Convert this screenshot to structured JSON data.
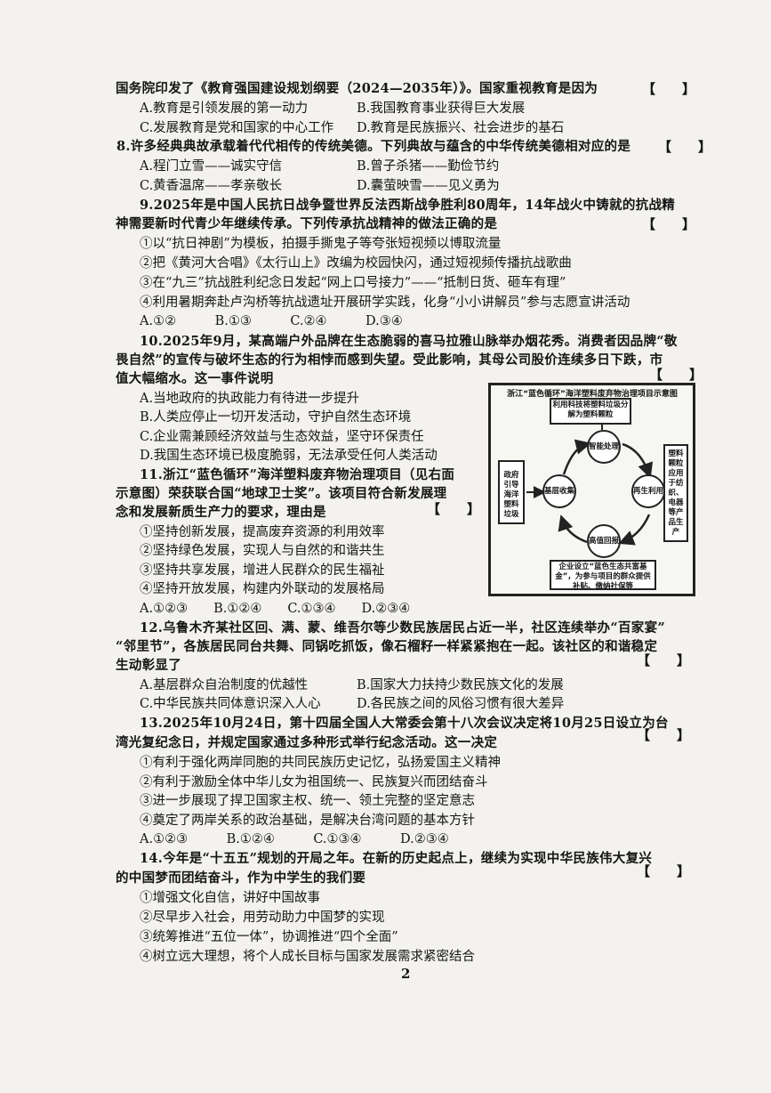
{
  "lines": [
    {
      "text": "国务院印发了《教育强国建设规划纲要（2024—2035年）》。国家重视教育是因为",
      "style": "stem"
    },
    {
      "text": "A.教育是引领发展的第一动力",
      "style": "opt",
      "col2": "B.我国教育事业获得巨大发展"
    },
    {
      "text": "C.发展教育是党和国家的中心工作",
      "style": "opt",
      "col2": "D.教育是民族振兴、社会进步的基石"
    },
    {
      "text": "8.许多经典典故承载着代代相传的传统美德。下列典故与蕴含的中华传统美德相对应的是",
      "style": "stem"
    },
    {
      "text": "A.程门立雪——诚实守信",
      "style": "opt",
      "col2": "B.曾子杀猪——勤俭节约"
    },
    {
      "text": "C.黄香温席——孝亲敬长",
      "style": "opt",
      "col2": "D.囊萤映雪——见义勇为"
    },
    {
      "text": "9.2025年是中国人民抗日战争暨世界反法西斯战争胜利80周年，14年战火中铸就的抗战精",
      "style": "stem"
    },
    {
      "text": "神需要新时代青少年继续传承。下列传承抗战精神的做法正确的是",
      "style": "stem"
    },
    {
      "text": "①以“抗日神剧”为模板，拍摄手撕鬼子等夸张短视频以博取流量",
      "style": "opt"
    },
    {
      "text": "②把《黄河大合唱》《太行山上》改编为校园快闪，通过短视频传播抗战歌曲",
      "style": "opt"
    },
    {
      "text": "③在“九三”抗战胜利纪念日发起“网上口号接力”——“抵制日货、砸车有理”",
      "style": "opt"
    },
    {
      "text": "④利用暑期奔赴卢沟桥等抗战遗址开展研学实践，化身“小小讲解员”参与志愿宣讲活动",
      "style": "opt"
    },
    {
      "text": "A.①②　　　B.①③　　　C.②④　　　D.③④",
      "style": "opt"
    },
    {
      "text": "10.2025年9月，某高端户外品牌在生态脆弱的喜马拉雅山脉举办烟花秀。消费者因品牌“敬",
      "style": "stem"
    },
    {
      "text": "畏自然”的宣传与破坏生态的行为相悖而感到失望。受此影响，其母公司股价连续多日下跌，市",
      "style": "stem"
    },
    {
      "text": "值大幅缩水。这一事件说明",
      "style": "stem"
    },
    {
      "text": "A.当地政府的执政能力有待进一步提升",
      "style": "opt"
    },
    {
      "text": "B.人类应停止一切开发活动，守护自然生态环境",
      "style": "opt"
    },
    {
      "text": "C.企业需兼顾经济效益与生态效益，坚守环保责任",
      "style": "opt"
    },
    {
      "text": "D.我国生态环境已极度脆弱，无法承受任何人类活动",
      "style": "opt"
    },
    {
      "text": "11.浙江“蓝色循环”海洋塑料废弃物治理项目（见右面",
      "style": "stem"
    },
    {
      "text": "示意图）荣获联合国“地球卫士奖”。该项目符合新发展理",
      "style": "stem"
    },
    {
      "text": "念和发展新质生产力的要求，理由是",
      "style": "stem"
    },
    {
      "text": "①坚持创新发展，提高废弃资源的利用效率",
      "style": "opt"
    },
    {
      "text": "②坚持绿色发展，实现人与自然的和谐共生",
      "style": "opt"
    },
    {
      "text": "③坚持共享发展，增进人民群众的民生福祉",
      "style": "opt"
    },
    {
      "text": "④坚持开放发展，构建内外联动的发展格局",
      "style": "opt"
    },
    {
      "text": "A.①②③　　B.①②④　　C.①③④　　D.②③④",
      "style": "opt"
    },
    {
      "text": "12.乌鲁木齐某社区回、满、蒙、维吾尔等少数民族居民占近一半，社区连续举办“百家宴”",
      "style": "stem"
    },
    {
      "text": "“邻里节”，各族居民同台共舞、同锅吃抓饭，像石榴籽一样紧紧抱在一起。该社区的和谐稳定",
      "style": "stem"
    },
    {
      "text": "生动彰显了",
      "style": "stem"
    },
    {
      "text": "A.基层群众自治制度的优越性",
      "style": "opt",
      "col2": "B.国家大力扶持少数民族文化的发展"
    },
    {
      "text": "C.中华民族共同体意识深入人心",
      "style": "opt",
      "col2": "D.各民族之间的风俗习惯有很大差异"
    },
    {
      "text": "13.2025年10月24日，第十四届全国人大常委会第十八次会议决定将10月25日设立为台",
      "style": "stem"
    },
    {
      "text": "湾光复纪念日，并规定国家通过多种形式举行纪念活动。这一决定",
      "style": "stem"
    },
    {
      "text": "①有利于强化两岸同胞的共同民族历史记忆，弘扬爱国主义精神",
      "style": "opt"
    },
    {
      "text": "②有利于激励全体中华儿女为祖国统一、民族复兴而团结奋斗",
      "style": "opt"
    },
    {
      "text": "③进一步展现了捍卫国家主权、统一、领土完整的坚定意志",
      "style": "opt"
    },
    {
      "text": "④奠定了两岸关系的政治基础，是解决台湾问题的基本方针",
      "style": "opt"
    },
    {
      "text": "A.①②③　　　B.①②④　　　C.①③④　　　D.②③④",
      "style": "opt"
    },
    {
      "text": "14.今年是“十五五”规划的开局之年。在新的历史起点上，继续为实现中华民族伟大复兴",
      "style": "stem"
    },
    {
      "text": "的中国梦而团结奋斗，作为中学生的我们要",
      "style": "stem"
    },
    {
      "text": "①增强文化自信，讲好中国故事",
      "style": "opt"
    },
    {
      "text": "②尽早步入社会，用劳动助力中国梦的实现",
      "style": "opt"
    },
    {
      "text": "③统筹推进“五位一体”，协调推进“四个全面”",
      "style": "opt"
    },
    {
      "text": "④树立远大理想，将个人成长目标与国家发展需求紧密结合",
      "style": "opt"
    }
  ],
  "bracket": "【　　】",
  "page_number": "2",
  "diagram": {
    "title": "浙江“蓝色循环”海洋塑料废弃物治理项目示意图",
    "top_box": "利用科技将塑料垃圾分解为塑料颗粒",
    "left_box": "政府引导海洋塑料垃圾",
    "right_box": "塑料颗粒应用于纺织、电器等产品生产",
    "bottom_box": "企业设立“蓝色生态共富基金”，为参与项目的群众提供补贴、缴纳社保等",
    "circle_top": "智能处理",
    "circle_left": "基层收集",
    "circle_right": "再生利用",
    "circle_bottom": "高值回报"
  }
}
